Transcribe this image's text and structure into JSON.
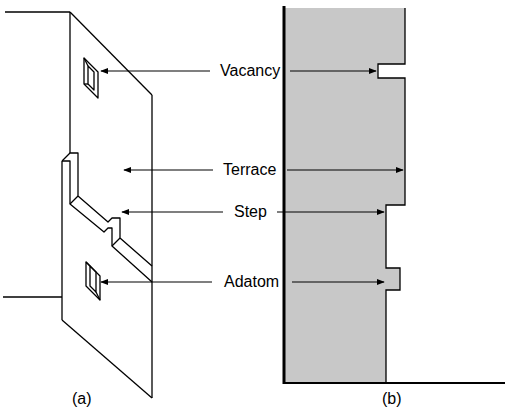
{
  "diagram": {
    "labels": [
      "Vacancy",
      "Terrace",
      "Step",
      "Adatom",
      "(a)",
      "(b)"
    ]
  }
}
